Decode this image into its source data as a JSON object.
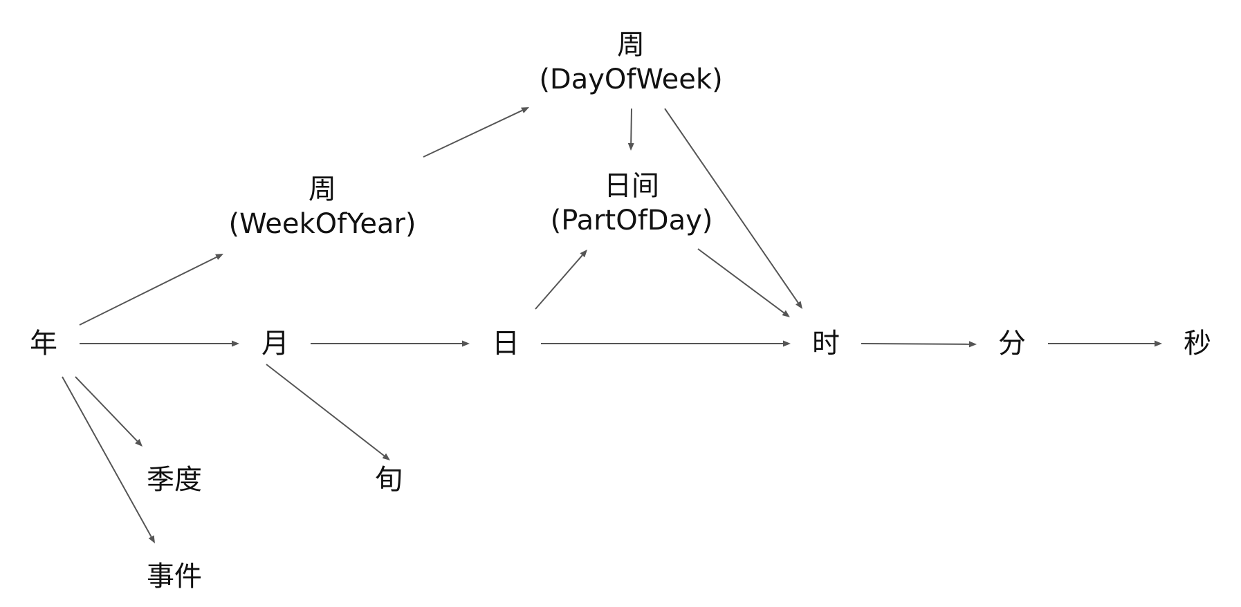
{
  "nodes": {
    "year": [
      "年"
    ],
    "month": [
      "月"
    ],
    "day": [
      "日"
    ],
    "hour": [
      "时"
    ],
    "minute": [
      "分"
    ],
    "second": [
      "秒"
    ],
    "week_of_year": [
      "周",
      "(WeekOfYear)"
    ],
    "day_of_week": [
      "周",
      "(DayOfWeek)"
    ],
    "part_of_day": [
      "日间",
      "(PartOfDay)"
    ],
    "quarter": [
      "季度"
    ],
    "xun": [
      "旬"
    ],
    "event": [
      "事件"
    ]
  },
  "edges": [
    {
      "from": "year",
      "to": "month"
    },
    {
      "from": "month",
      "to": "day"
    },
    {
      "from": "day",
      "to": "hour"
    },
    {
      "from": "hour",
      "to": "minute"
    },
    {
      "from": "minute",
      "to": "second"
    },
    {
      "from": "year",
      "to": "week_of_year"
    },
    {
      "from": "week_of_year",
      "to": "day_of_week"
    },
    {
      "from": "day_of_week",
      "to": "part_of_day"
    },
    {
      "from": "day_of_week",
      "to": "hour"
    },
    {
      "from": "day",
      "to": "part_of_day"
    },
    {
      "from": "part_of_day",
      "to": "hour"
    },
    {
      "from": "year",
      "to": "quarter"
    },
    {
      "from": "year",
      "to": "event"
    },
    {
      "from": "month",
      "to": "xun"
    }
  ],
  "colors": {
    "edge": "#555555",
    "text": "#111111"
  }
}
